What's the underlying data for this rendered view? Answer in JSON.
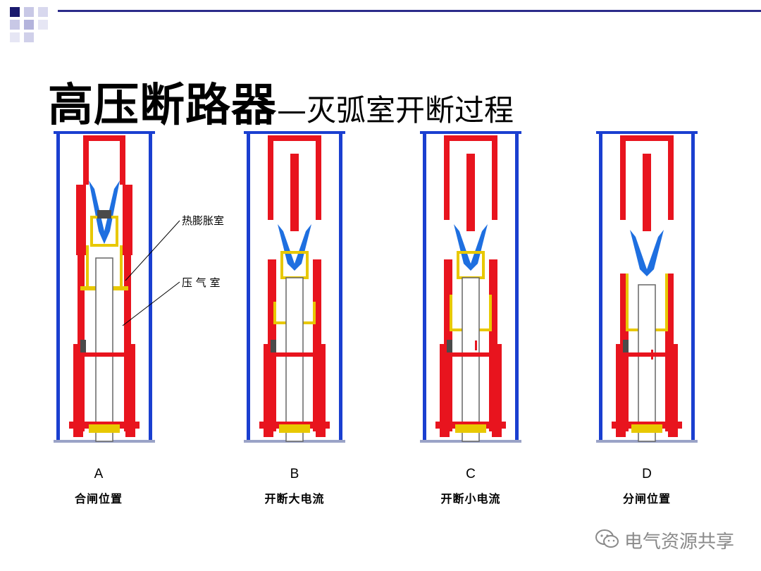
{
  "title": {
    "main": "高压断路器",
    "dash": "—",
    "sub": "灭弧室开断过程"
  },
  "annotations": {
    "thermal_chamber": "热膨胀室",
    "puffer_chamber": "压 气 室"
  },
  "stages": [
    {
      "letter": "A",
      "label": "合闸位置"
    },
    {
      "letter": "B",
      "label": "开断大电流"
    },
    {
      "letter": "C",
      "label": "开断小电流"
    },
    {
      "letter": "D",
      "label": "分闸位置"
    }
  ],
  "watermark": {
    "text": "电气资源共享",
    "icon": "wechat-icon"
  },
  "colors": {
    "outer_tube": "#1a3fd0",
    "conductor": "#e8141e",
    "nozzle": "#1e6fe0",
    "chamber": "#e8c800",
    "contact": "#4a4a4a",
    "accent_bar": "#2b2b8a",
    "corner_square": "#1a1a6e"
  }
}
